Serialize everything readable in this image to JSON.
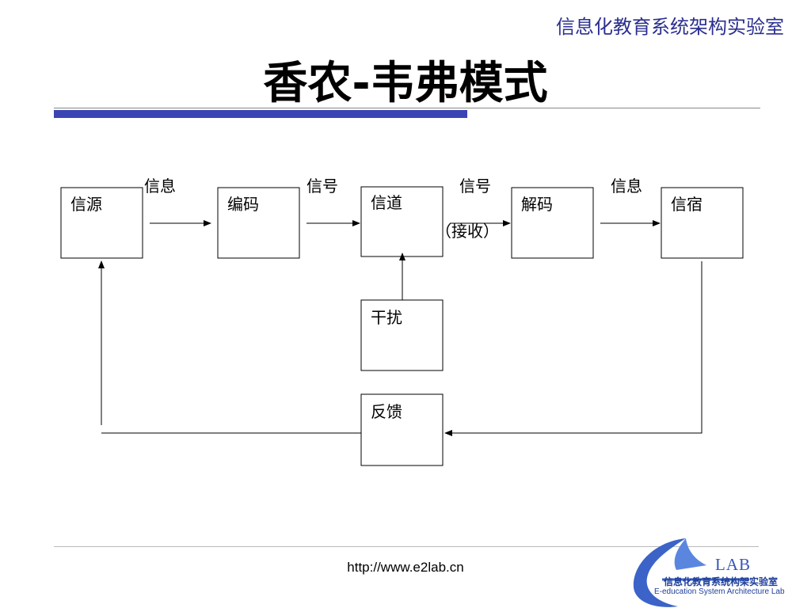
{
  "header": {
    "lab_name": "信息化教育系统架构实验室"
  },
  "title": "香农-韦弗模式",
  "diagram": {
    "boxes": {
      "source": "信源",
      "encoder": "编码",
      "channel": "信道",
      "decoder": "解码",
      "destination": "信宿",
      "noise": "干扰",
      "feedback": "反馈"
    },
    "edge_labels": {
      "info_1": "信息",
      "signal_1": "信号",
      "signal_2": "信号",
      "info_2": "信息",
      "received": "（接收）"
    }
  },
  "footer": {
    "url": "http://www.e2lab.cn",
    "logo_name": "LAB",
    "logo_cn": "信息化教育系统构架实验室",
    "logo_en": "E-education System Architecture Lab"
  },
  "colors": {
    "brand_blue": "#3a45b3",
    "header_text": "#2b2f8f"
  }
}
